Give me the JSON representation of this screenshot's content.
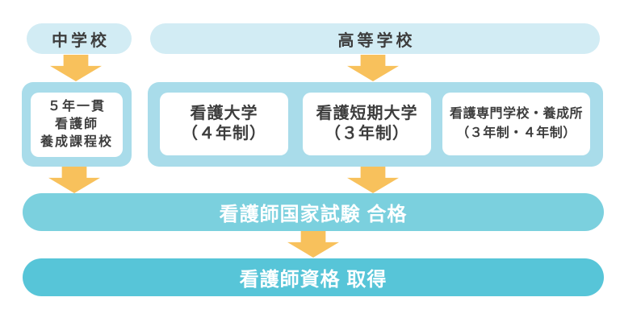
{
  "colors": {
    "background": "#ffffff",
    "pill_bg": "#d2ecf4",
    "container_bg": "#a9dcea",
    "white_box_bg": "#ffffff",
    "exam_bar_bg": "#7bd0de",
    "result_bar_bg": "#57c5d8",
    "arrow": "#f8c15c",
    "dark_text": "#3d3d3d",
    "bar_text": "#ffffff"
  },
  "nodes": {
    "junior_high": {
      "label": "中学校"
    },
    "high_school": {
      "label": "高等学校"
    }
  },
  "tracks": {
    "left": {
      "school": {
        "lines": [
          "５年一貫",
          "看護師",
          "養成課程校"
        ]
      }
    },
    "right": {
      "schools": [
        {
          "lines": [
            "看護大学",
            "（４年制）"
          ]
        },
        {
          "lines": [
            "看護短期大学",
            "（３年制）"
          ]
        },
        {
          "lines": [
            "看護専門学校・養成所",
            "（３年制・４年制）"
          ]
        }
      ]
    }
  },
  "exam_bar": {
    "label": "看護師国家試験 合格"
  },
  "result_bar": {
    "label": "看護師資格 取得"
  }
}
